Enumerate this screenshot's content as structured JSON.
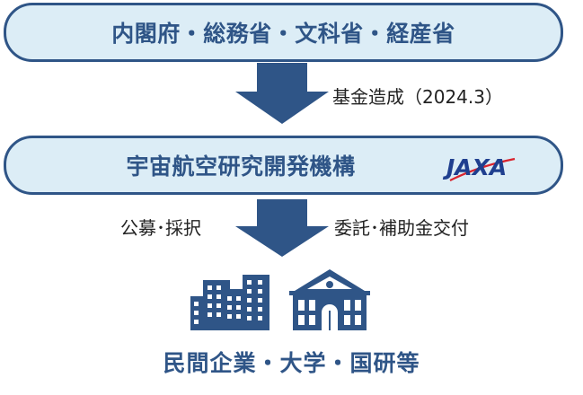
{
  "top_box": {
    "label": "内閣府・総務省・文科省・経産省"
  },
  "funding_note": "基金造成（2024.3）",
  "mid_box": {
    "label": "宇宙航空研究開発機構"
  },
  "logo": {
    "text": "JAXA",
    "icon": "jaxa-logo-icon"
  },
  "left_note": "公募･採択",
  "right_note": "委託･補助金交付",
  "bottom_label": "民間企業・大学・国研等",
  "icons": [
    "office-buildings-icon",
    "school-building-icon"
  ],
  "colors": {
    "navy": "#2f5587",
    "box_fill": "#dcedf6",
    "logo_blue": "#1f3f8f"
  }
}
